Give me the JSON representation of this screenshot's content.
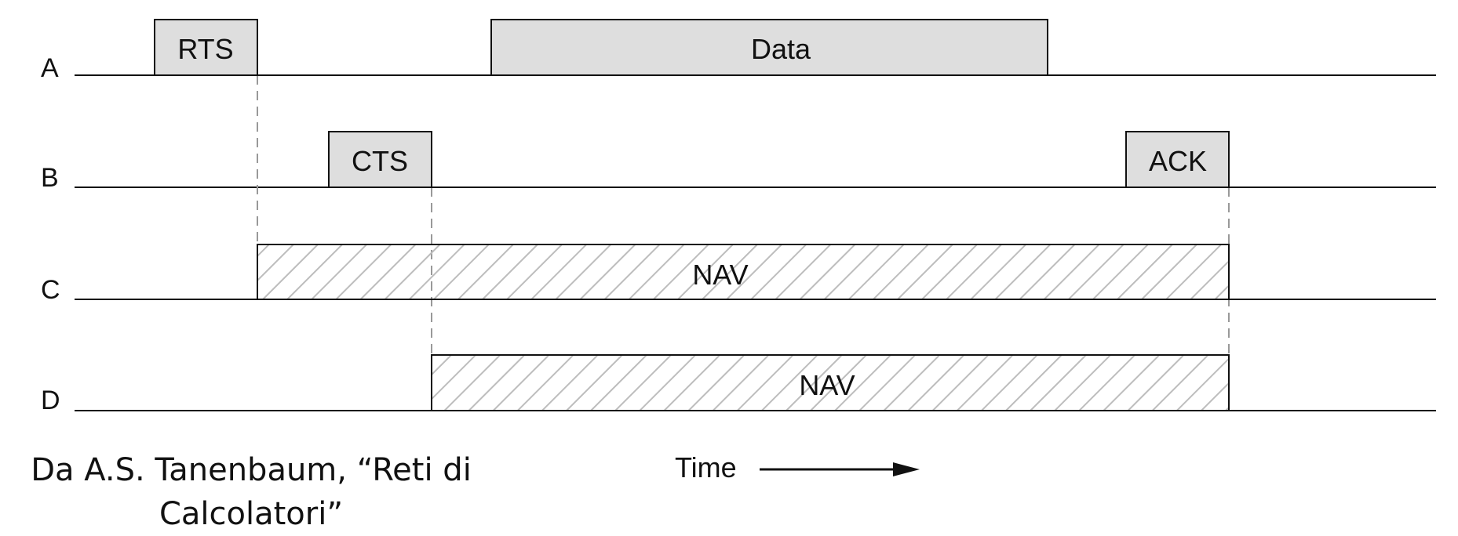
{
  "rows": [
    {
      "label": "A"
    },
    {
      "label": "B"
    },
    {
      "label": "C"
    },
    {
      "label": "D"
    }
  ],
  "frames": [
    {
      "label": "RTS"
    },
    {
      "label": "Data"
    },
    {
      "label": "CTS"
    },
    {
      "label": "ACK"
    },
    {
      "label": "NAV"
    },
    {
      "label": "NAV"
    }
  ],
  "time_label": "Time",
  "caption": "Da A.S. Tanenbaum, “Reti di Calcolatori”",
  "colors": {
    "box_fill": "#dedede",
    "line": "#111111",
    "hatch": "#bdbdbd",
    "dashed": "#999999"
  }
}
